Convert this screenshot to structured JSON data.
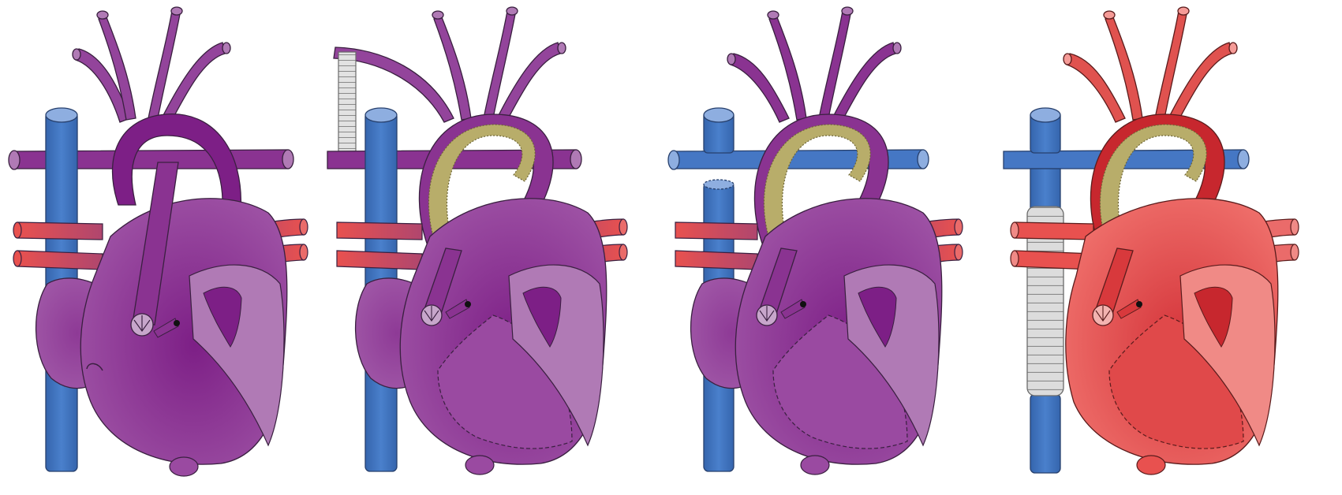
{
  "panels": [
    {
      "id": "stage-1",
      "state": "pre-repair",
      "fill": "deoxygenated",
      "features": [
        "aorta",
        "pulmonary-artery",
        "superior-vena-cava",
        "right-atrium",
        "ventricles",
        "pulmonary-veins",
        "great-arch-branches"
      ]
    },
    {
      "id": "stage-2",
      "state": "norwood-with-shunt",
      "fill": "deoxygenated",
      "features": [
        "reconstructed-arch-patch",
        "systemic-to-pulmonary-shunt-tube",
        "ventricular-septal-patch"
      ]
    },
    {
      "id": "stage-3",
      "state": "glenn",
      "fill": "deoxygenated",
      "features": [
        "reconstructed-arch-patch",
        "svc-to-pulmonary-connection",
        "ventricular-septal-patch"
      ]
    },
    {
      "id": "stage-4",
      "state": "fontan",
      "fill": "oxygenated",
      "features": [
        "reconstructed-arch-patch",
        "extracardiac-conduit",
        "svc-to-pulmonary-connection",
        "ventricular-septal-patch"
      ]
    }
  ],
  "colors": {
    "deoxygenated_dark": "#7d1f86",
    "deoxygenated_mid": "#9a4aa1",
    "deoxygenated_light": "#b07ab5",
    "oxygenated_dark": "#c1282f",
    "oxygenated_mid": "#ea5a57",
    "oxygenated_light": "#f07f7b",
    "venous_blue": "#3e73bf",
    "venous_blue_light": "#8eaee0",
    "pulmonary_vein_red": "#e8514f",
    "patch_tan": "#b8ad6a",
    "graft_gray": "#d5d5d5",
    "outline": "#3a2040"
  }
}
